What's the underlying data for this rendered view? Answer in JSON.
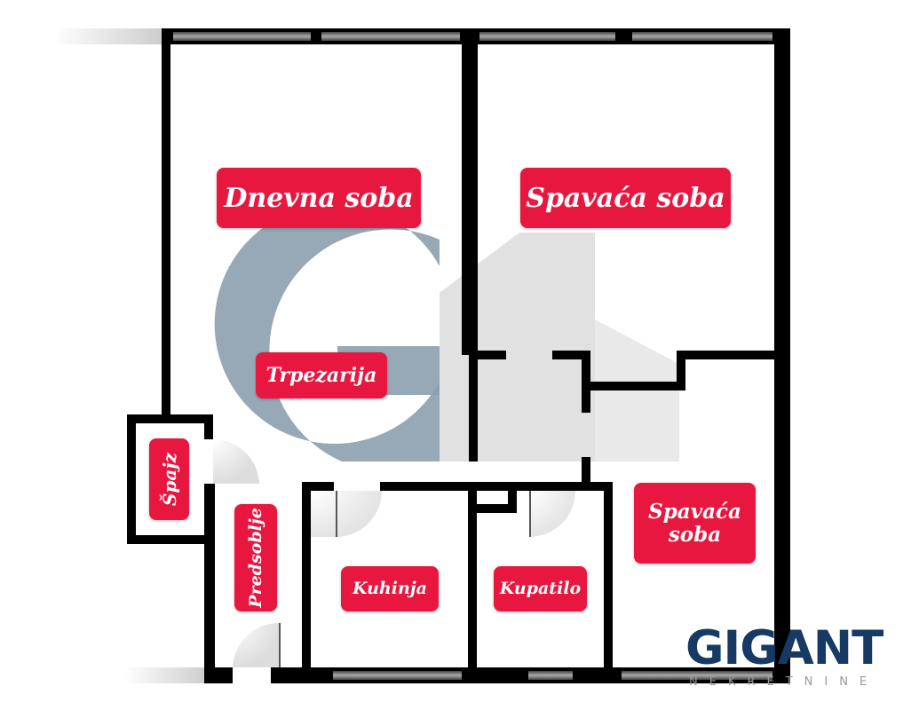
{
  "rooms": {
    "dnevna_soba": "Dnevna soba",
    "spavaca_soba_1": "Spavaća soba",
    "trpezarija": "Trpezarija",
    "spajz": "Špajz",
    "predsoblje": "Predsoblje",
    "kuhinja": "Kuhinja",
    "kupatilo": "Kupatilo",
    "spavaca_soba_2": "Spavaća soba"
  },
  "logo": {
    "name": "GIGANT",
    "subtitle": "NEKRETNINE"
  },
  "colors": {
    "label": "#e8173f",
    "wall": "#000000",
    "window": "#6b6b6b",
    "watermark": "#8c9eaf",
    "logo": "#163a63"
  }
}
